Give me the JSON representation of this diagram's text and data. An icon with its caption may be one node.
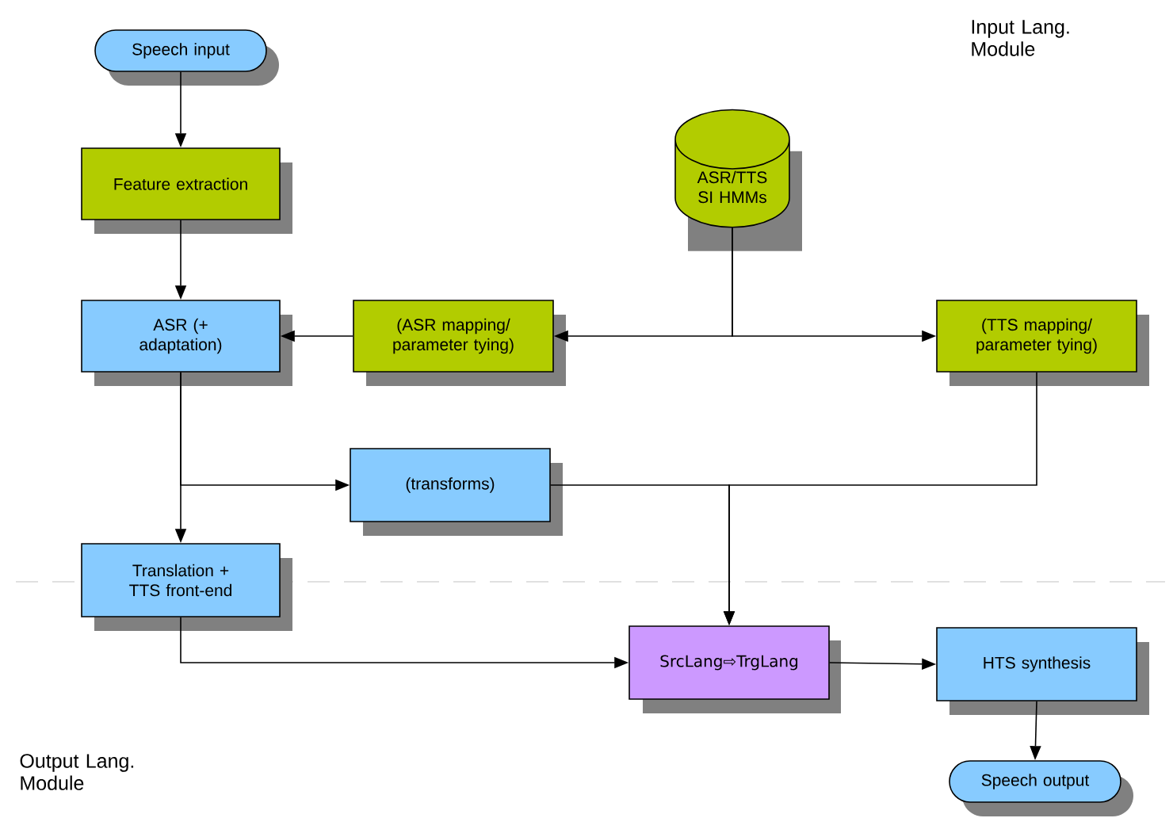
{
  "diagram": {
    "nodes": [
      {
        "text": [
          "Speech input"
        ]
      },
      {
        "text": [
          "Feature extraction"
        ]
      },
      {
        "text": [
          "ASR (+ adaptation)"
        ]
      },
      {
        "text": [
          "ASR/TTS SI HMMs"
        ]
      },
      {
        "text": [
          "(ASR mapping/ parameter tying)"
        ]
      },
      {
        "text": [
          "(TTS mapping/ parameter tying)"
        ]
      },
      {
        "text": [
          "(transforms)"
        ]
      },
      {
        "text": [
          "Translation + TTS front-end"
        ]
      },
      {
        "text": [
          "SrcLang⇨TrgLang"
        ]
      },
      {
        "text": [
          "HTS synthesis"
        ]
      },
      {
        "text": [
          "Speech output"
        ]
      }
    ],
    "edges": [
      {
        "from": 0,
        "to": 1,
        "arrow": "to"
      },
      {
        "from": 1,
        "to": 2,
        "arrow": "to"
      },
      {
        "from": 4,
        "to": 2,
        "arrow": "to"
      },
      {
        "from": 3,
        "to": 4,
        "arrow": "to"
      },
      {
        "from": 3,
        "to": 5,
        "arrow": "to"
      },
      {
        "from": 2,
        "to": 7,
        "arrow": "to"
      },
      {
        "from": 2,
        "to": 6,
        "arrow": "to"
      },
      {
        "from": 6,
        "to": 8,
        "arrow": "to"
      },
      {
        "from": 5,
        "to": 8,
        "arrow": "to"
      },
      {
        "from": 7,
        "to": 8,
        "arrow": "to"
      },
      {
        "from": 8,
        "to": 9,
        "arrow": "to"
      },
      {
        "from": 9,
        "to": 10,
        "arrow": "to"
      }
    ],
    "labels": [
      "Input Lang. Module",
      "Output Lang. Module"
    ]
  }
}
